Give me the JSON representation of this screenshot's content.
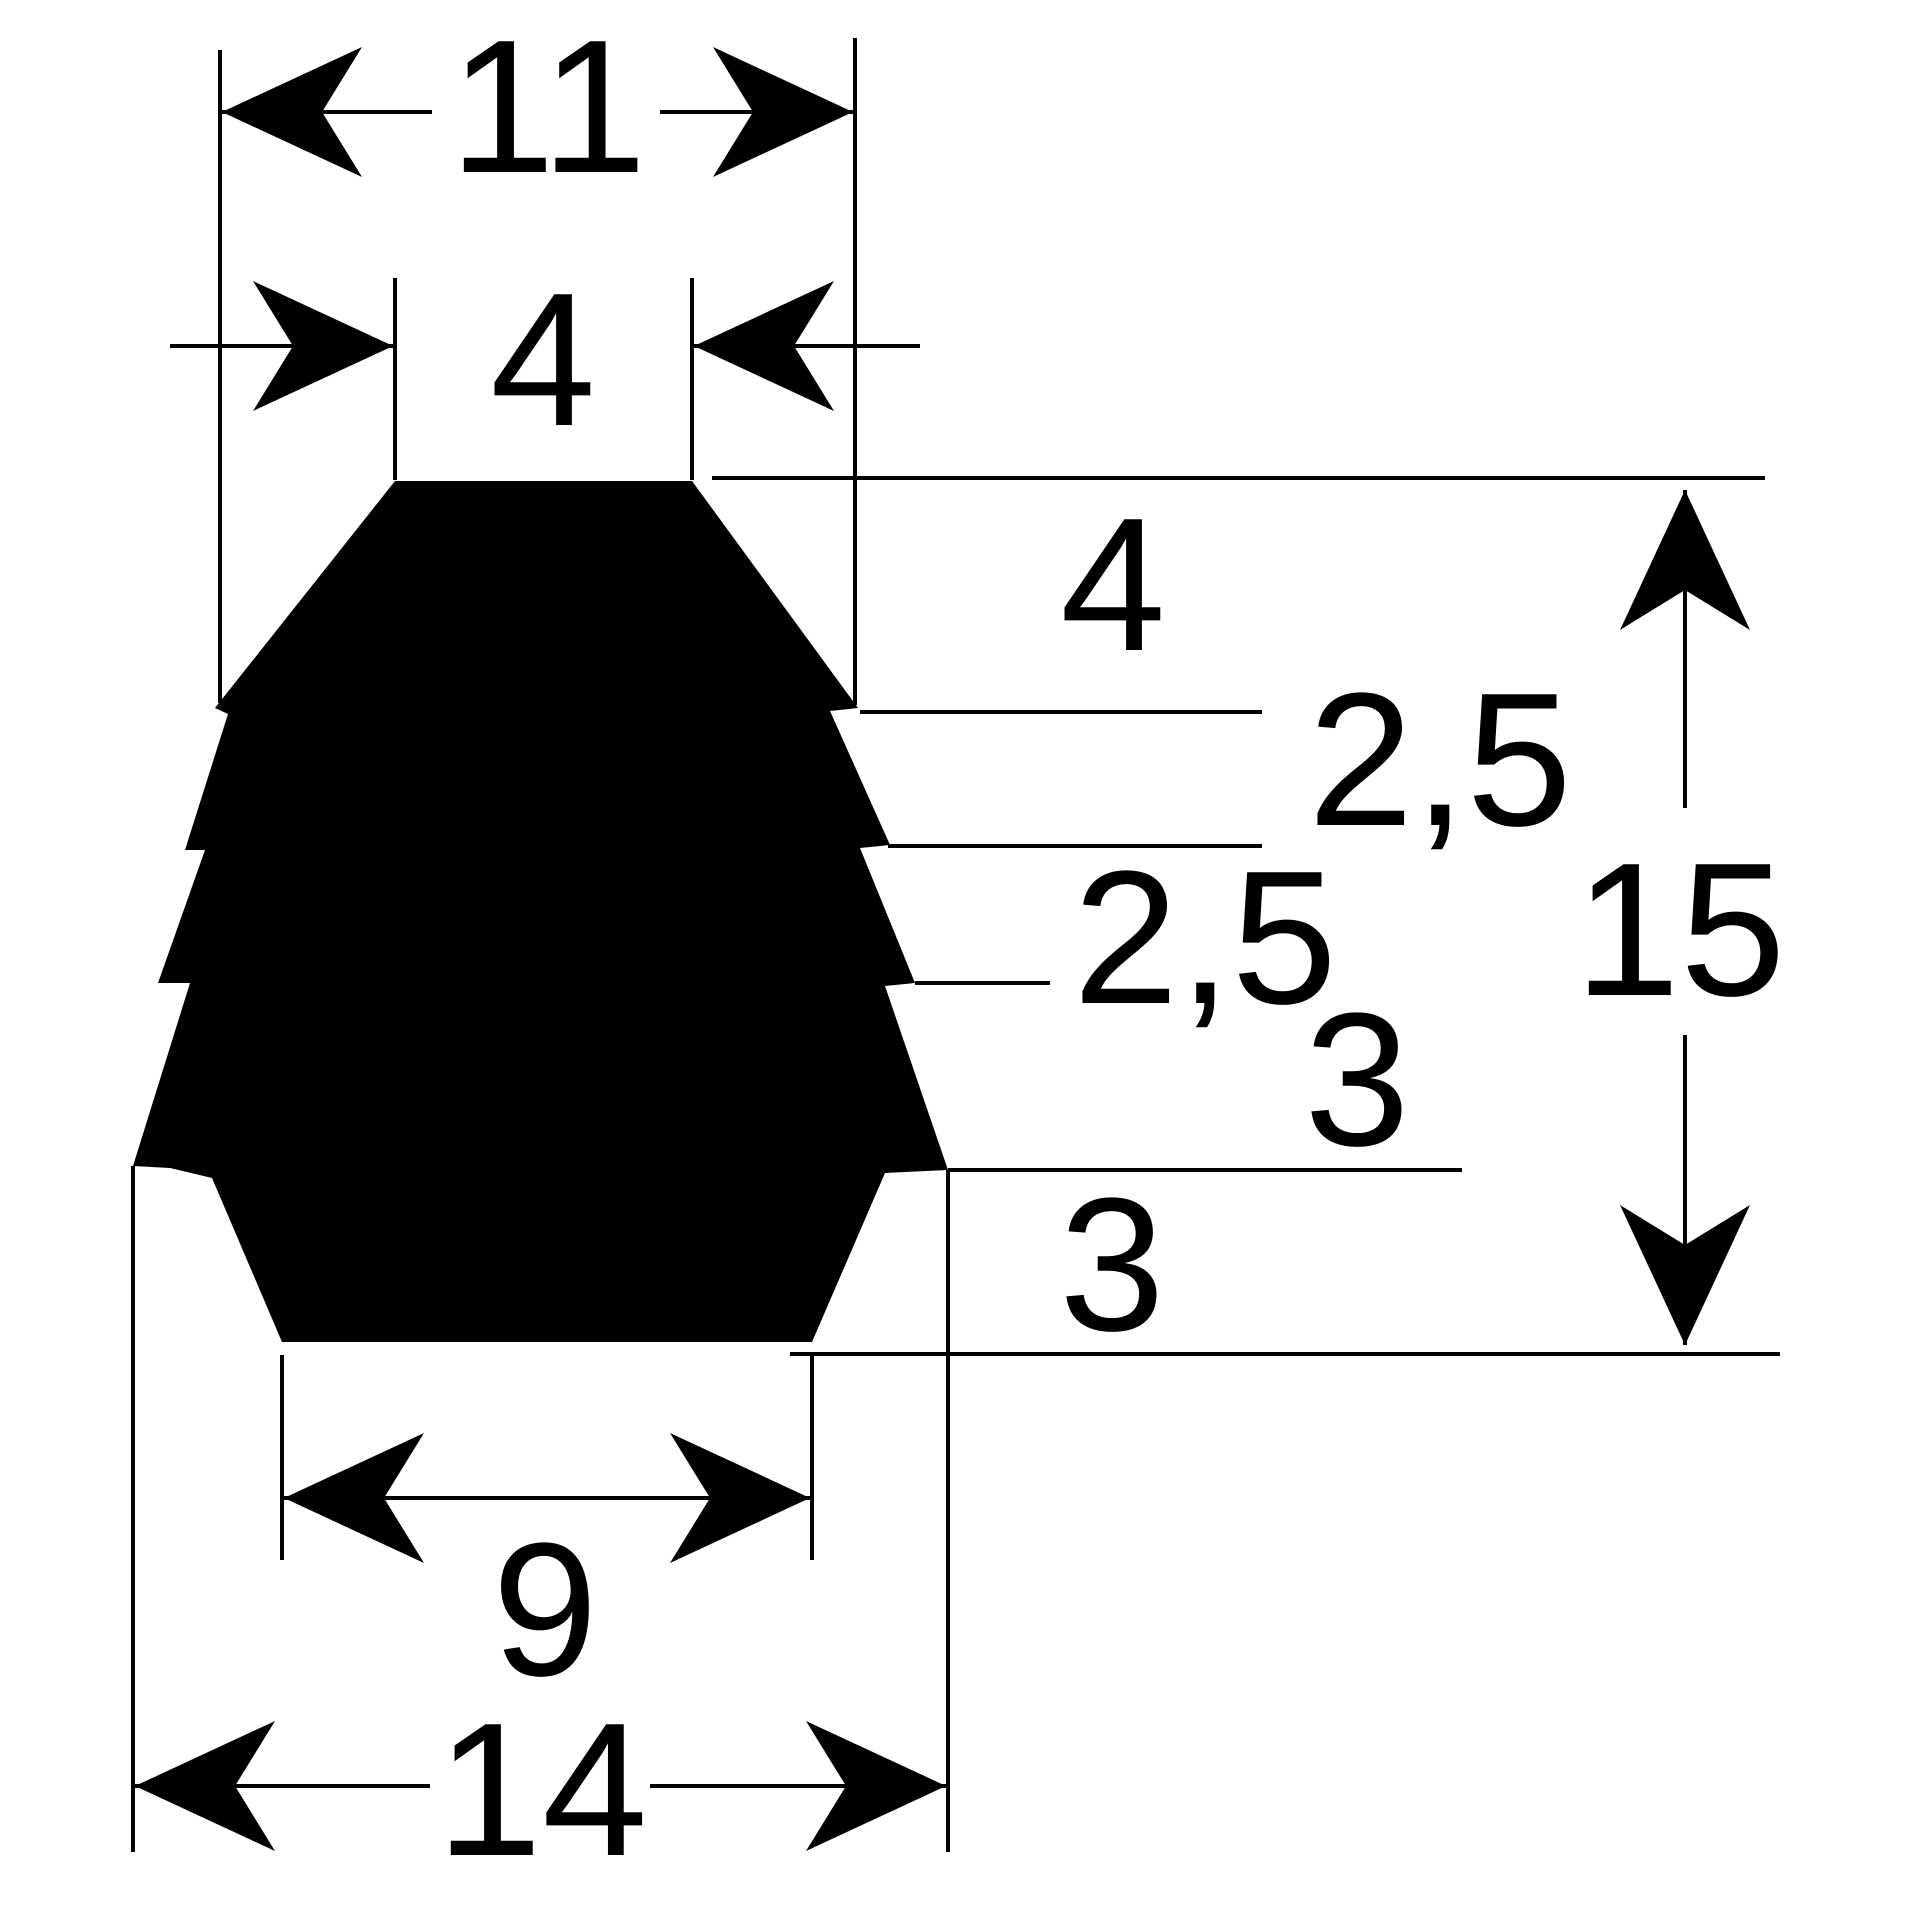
{
  "drawing": {
    "ink_color": "#000000",
    "background_color": "#ffffff",
    "dimensions": {
      "top_width": "11",
      "top_face": "4",
      "height_seg_1": "4",
      "height_seg_2": "2,5",
      "height_seg_3": "2,5",
      "height_seg_4": "3",
      "height_seg_5": "3",
      "total_height": "15",
      "bottom_face": "9",
      "bottom_width": "14"
    }
  }
}
